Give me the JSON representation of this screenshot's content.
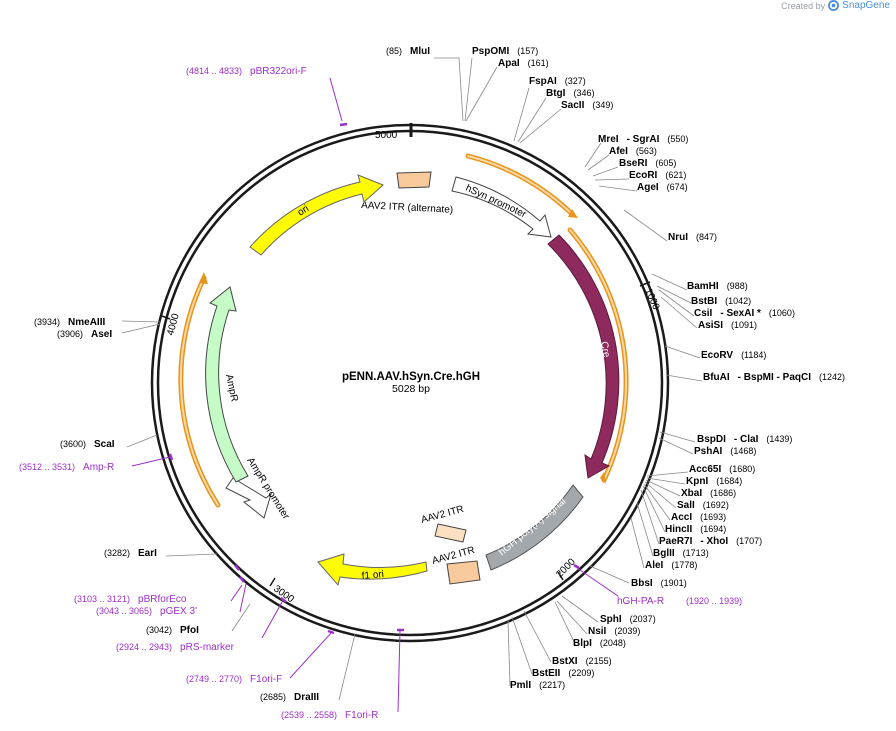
{
  "credit": {
    "created_by": "Created by",
    "brand": "SnapGene"
  },
  "plasmid": {
    "name": "pENN.AAV.hSyn.Cre.hGH",
    "size": "5028 bp"
  },
  "ticks": [
    "1000",
    "2000",
    "3000",
    "4000",
    "5000"
  ],
  "enzymes": [
    {
      "name": "MluI",
      "pos": "(85)"
    },
    {
      "name": "PspOMI",
      "pos": "(157)"
    },
    {
      "name": "ApaI",
      "pos": "(161)"
    },
    {
      "name": "FspAI",
      "pos": "(327)"
    },
    {
      "name": "BtgI",
      "pos": "(346)"
    },
    {
      "name": "SacII",
      "pos": "(349)"
    },
    {
      "name": "MreI",
      "extra": "- SgrAI",
      "pos": "(550)"
    },
    {
      "name": "AfeI",
      "pos": "(563)"
    },
    {
      "name": "BseRI",
      "pos": "(605)"
    },
    {
      "name": "EcoRI",
      "pos": "(621)"
    },
    {
      "name": "AgeI",
      "pos": "(674)"
    },
    {
      "name": "NruI",
      "pos": "(847)"
    },
    {
      "name": "BamHI",
      "pos": "(988)"
    },
    {
      "name": "BstBI",
      "pos": "(1042)"
    },
    {
      "name": "CsiI",
      "extra": "- SexAI *",
      "pos": "(1060)"
    },
    {
      "name": "AsiSI",
      "pos": "(1091)"
    },
    {
      "name": "EcoRV",
      "pos": "(1184)"
    },
    {
      "name": "BfuAI",
      "extra": "- BspMI   - PaqCI",
      "pos": "(1242)"
    },
    {
      "name": "BspDI",
      "extra": "- ClaI",
      "pos": "(1439)"
    },
    {
      "name": "PshAI",
      "pos": "(1468)"
    },
    {
      "name": "Acc65I",
      "pos": "(1680)"
    },
    {
      "name": "KpnI",
      "pos": "(1684)"
    },
    {
      "name": "XbaI",
      "pos": "(1686)"
    },
    {
      "name": "SalI",
      "pos": "(1692)"
    },
    {
      "name": "AccI",
      "pos": "(1693)"
    },
    {
      "name": "HincII",
      "pos": "(1694)"
    },
    {
      "name": "PaeR7I",
      "extra": "- XhoI",
      "pos": "(1707)"
    },
    {
      "name": "BglII",
      "pos": "(1713)"
    },
    {
      "name": "AleI",
      "pos": "(1778)"
    },
    {
      "name": "BbsI",
      "pos": "(1901)"
    },
    {
      "name": "SphI",
      "pos": "(2037)"
    },
    {
      "name": "NsiI",
      "pos": "(2039)"
    },
    {
      "name": "BlpI",
      "pos": "(2048)"
    },
    {
      "name": "BstXI",
      "pos": "(2155)"
    },
    {
      "name": "BstEII",
      "pos": "(2209)"
    },
    {
      "name": "PmlI",
      "pos": "(2217)"
    },
    {
      "name": "DraIII",
      "pos": "(2685)"
    },
    {
      "name": "PfoI",
      "pos": "(3042)"
    },
    {
      "name": "EarI",
      "pos": "(3282)"
    },
    {
      "name": "ScaI",
      "pos": "(3600)"
    },
    {
      "name": "AseI",
      "pos": "(3906)"
    },
    {
      "name": "NmeAIII",
      "pos": "(3934)"
    }
  ],
  "primers": [
    {
      "name": "pBR322ori-F",
      "range": "(4814 .. 4833)"
    },
    {
      "name": "hGH-PA-R",
      "range": "(1920 .. 1939)"
    },
    {
      "name": "F1ori-R",
      "range": "(2539 .. 2558)"
    },
    {
      "name": "F1ori-F",
      "range": "(2749 .. 2770)"
    },
    {
      "name": "pRS-marker",
      "range": "(2924 .. 2943)"
    },
    {
      "name": "pGEX 3'",
      "range": "(3043 .. 3065)"
    },
    {
      "name": "pBRforEco",
      "range": "(3103 .. 3121)"
    },
    {
      "name": "Amp-R",
      "range": "(3512 .. 3531)"
    }
  ],
  "features": [
    {
      "name": "AAV2 ITR (alternate)",
      "color": "#f8c99a"
    },
    {
      "name": "hSyn promoter",
      "color": "#ffffff"
    },
    {
      "name": "Cre",
      "color": "#8e2a5e"
    },
    {
      "name": "hGH poly(A) signal",
      "color": "#a3a8ad"
    },
    {
      "name": "AAV2 ITR",
      "color": "#fde0c2"
    },
    {
      "name": "AAV2 ITR",
      "color": "#f8c99a"
    },
    {
      "name": "f1 ori",
      "color": "#fefc04"
    },
    {
      "name": "AmpR promoter",
      "color": "#ffffff"
    },
    {
      "name": "AmpR",
      "color": "#c5fbc6"
    },
    {
      "name": "ori",
      "color": "#fefc04"
    }
  ],
  "colors": {
    "primer": "#9b2fc8",
    "orf": "#e8941c",
    "backbone": "#1a1a1a",
    "enzyme_line": "#888888"
  }
}
